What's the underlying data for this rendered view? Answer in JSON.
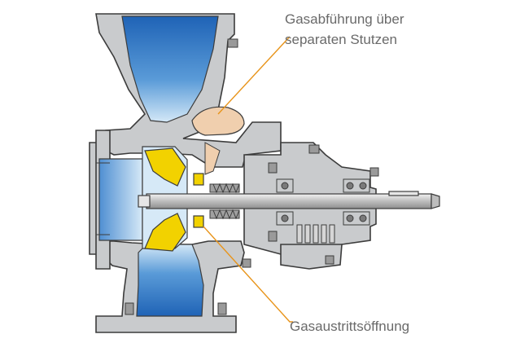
{
  "labels": {
    "gas_outlet_line1": "Gasabführung über",
    "gas_outlet_line2": "separaten Stutzen",
    "gas_exit_opening": "Gasaustrittsöffnung"
  },
  "colors": {
    "casing": "#c9cbcd",
    "outline": "#3c3c3c",
    "fluid_dark": "#1f63b6",
    "fluid_light": "#cfe4f6",
    "impeller": "#f2d200",
    "gas_chamber": "#f0cfae",
    "leader_line": "#e8941a",
    "text": "#6a6a6a"
  }
}
